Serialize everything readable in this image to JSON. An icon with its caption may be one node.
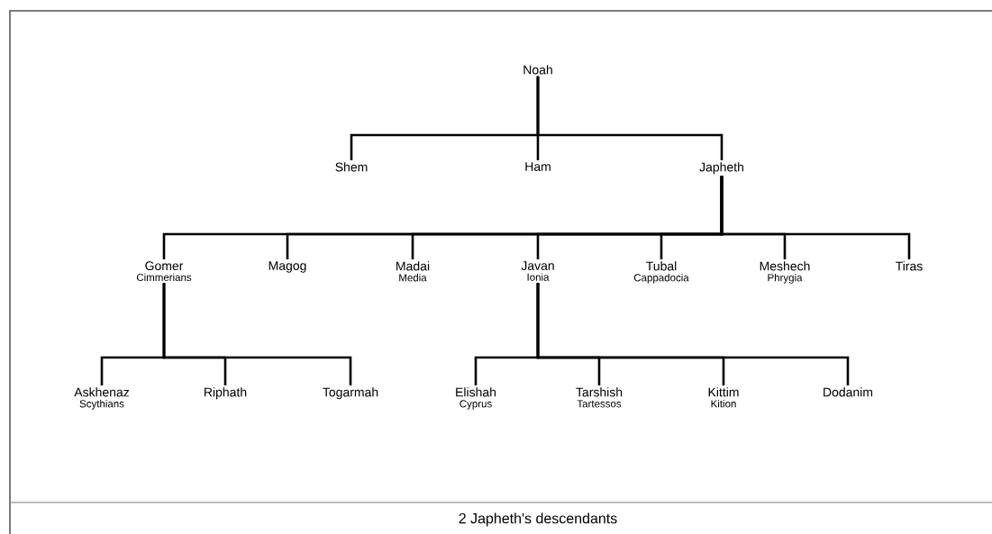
{
  "diagram": {
    "caption": "2 Japheth's descendants",
    "nodes": [
      {
        "text": [
          "Noah"
        ]
      },
      {
        "text": [
          "Shem"
        ]
      },
      {
        "text": [
          "Ham"
        ]
      },
      {
        "text": [
          "Japheth"
        ]
      },
      {
        "text": [
          "Gomer",
          "Cimmerians"
        ]
      },
      {
        "text": [
          "Magog"
        ]
      },
      {
        "text": [
          "Madai",
          "Media"
        ]
      },
      {
        "text": [
          "Javan",
          "Ionia"
        ]
      },
      {
        "text": [
          "Tubal",
          "Cappadocia"
        ]
      },
      {
        "text": [
          "Meshech",
          "Phrygia"
        ]
      },
      {
        "text": [
          "Tiras"
        ]
      },
      {
        "text": [
          "Askhenaz",
          "Scythians"
        ]
      },
      {
        "text": [
          "Riphath"
        ]
      },
      {
        "text": [
          "Togarmah"
        ]
      },
      {
        "text": [
          "Elishah",
          "Cyprus"
        ]
      },
      {
        "text": [
          "Tarshish",
          "Tartessos"
        ]
      },
      {
        "text": [
          "Kittim",
          "Kition"
        ]
      },
      {
        "text": [
          "Dodanim"
        ]
      }
    ],
    "edges": [
      {
        "from": 0,
        "to": 1,
        "arrow": "none"
      },
      {
        "from": 0,
        "to": 2,
        "arrow": "none"
      },
      {
        "from": 0,
        "to": 3,
        "arrow": "none"
      },
      {
        "from": 3,
        "to": 4,
        "arrow": "none"
      },
      {
        "from": 3,
        "to": 5,
        "arrow": "none"
      },
      {
        "from": 3,
        "to": 6,
        "arrow": "none"
      },
      {
        "from": 3,
        "to": 7,
        "arrow": "none"
      },
      {
        "from": 3,
        "to": 8,
        "arrow": "none"
      },
      {
        "from": 3,
        "to": 9,
        "arrow": "none"
      },
      {
        "from": 3,
        "to": 10,
        "arrow": "none"
      },
      {
        "from": 4,
        "to": 11,
        "arrow": "none"
      },
      {
        "from": 4,
        "to": 12,
        "arrow": "none"
      },
      {
        "from": 4,
        "to": 13,
        "arrow": "none"
      },
      {
        "from": 7,
        "to": 14,
        "arrow": "none"
      },
      {
        "from": 7,
        "to": 15,
        "arrow": "none"
      },
      {
        "from": 7,
        "to": 16,
        "arrow": "none"
      },
      {
        "from": 7,
        "to": 17,
        "arrow": "none"
      }
    ]
  }
}
